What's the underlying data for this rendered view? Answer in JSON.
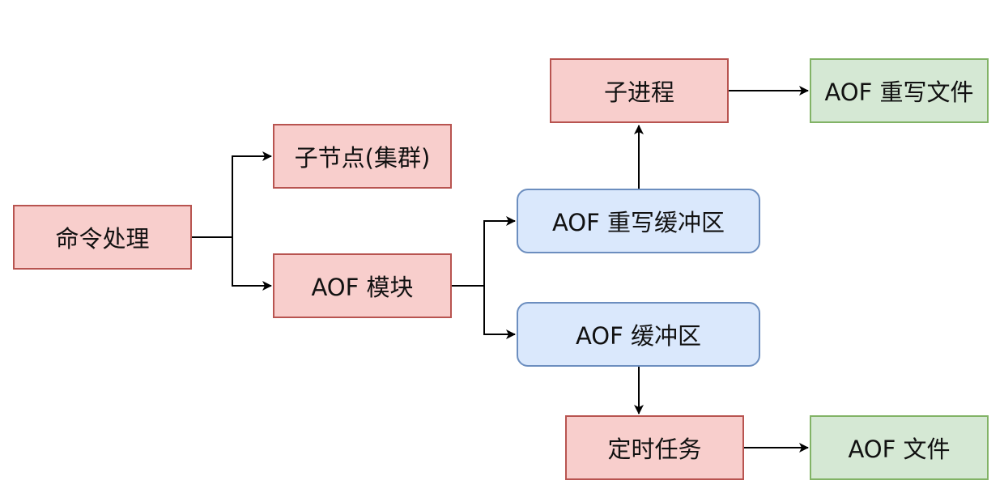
{
  "nodes": {
    "command_processing": "命令处理",
    "child_node_cluster": "子节点(集群)",
    "aof_module": "AOF 模块",
    "aof_rewrite_buffer": "AOF 重写缓冲区",
    "aof_buffer": "AOF 缓冲区",
    "child_process": "子进程",
    "aof_rewrite_file": "AOF 重写文件",
    "scheduled_task": "定时任务",
    "aof_file": "AOF 文件"
  },
  "colors": {
    "process_fill": "#f8cecc",
    "process_border": "#b85450",
    "buffer_fill": "#dae8fc",
    "buffer_border": "#6c8ebf",
    "file_fill": "#d5e8d4",
    "file_border": "#82b366",
    "connector": "#000000"
  }
}
